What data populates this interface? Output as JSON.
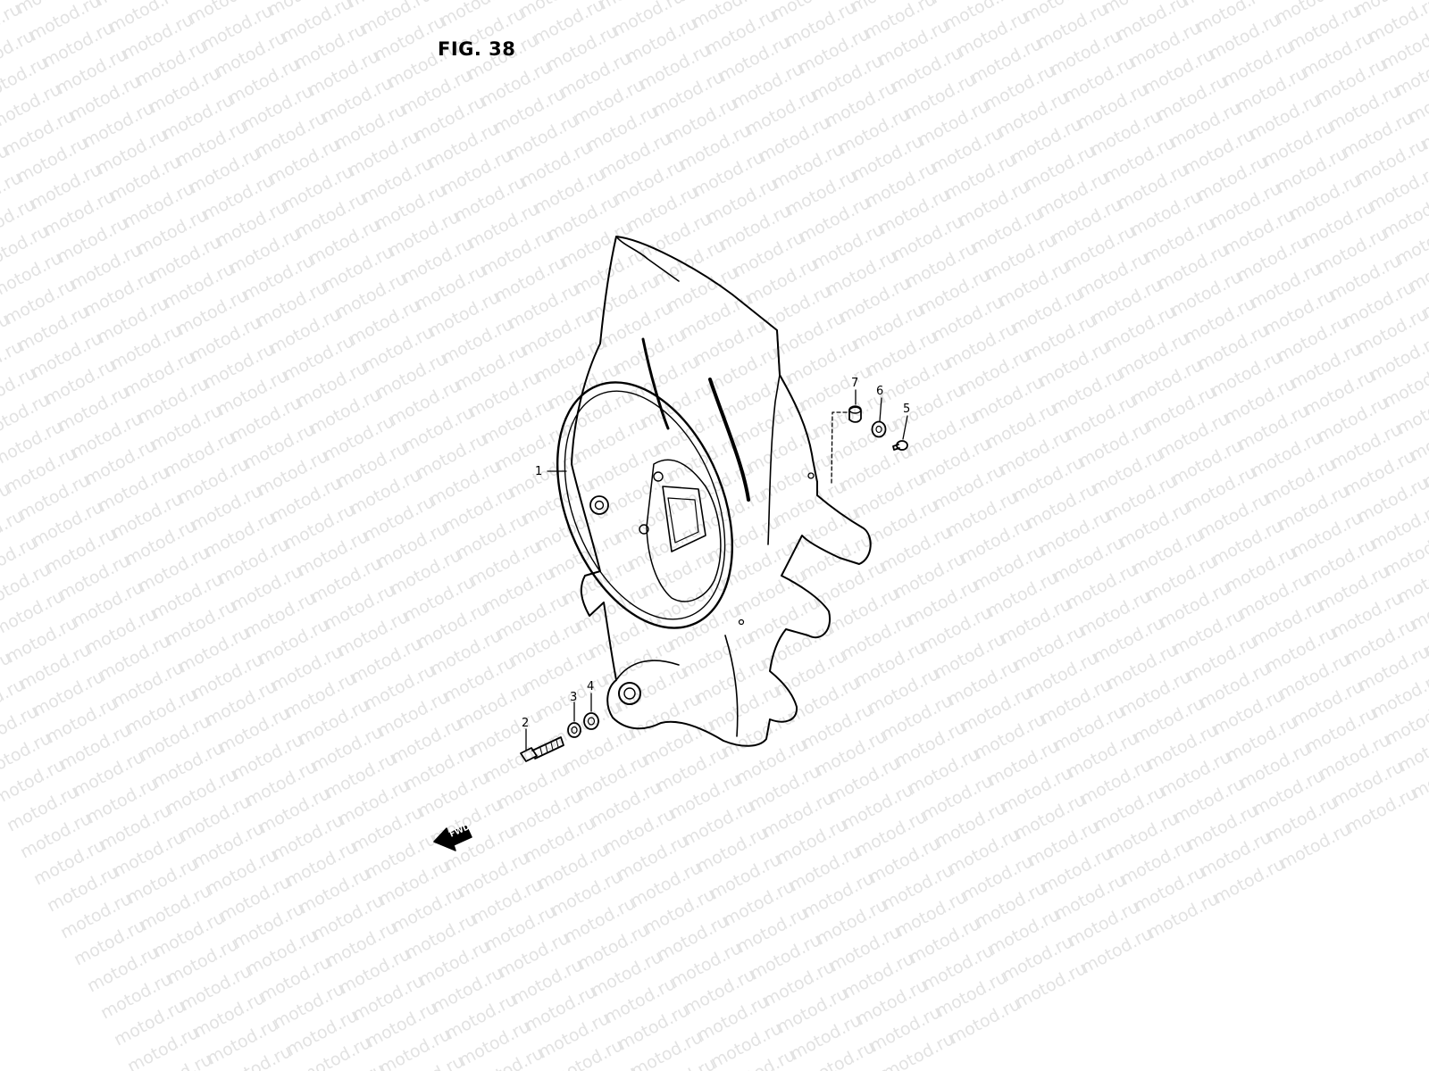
{
  "figure": {
    "title": "FIG. 38"
  },
  "watermark": {
    "text": "motod.ru"
  },
  "direction_arrow": {
    "label": "FWD"
  },
  "callouts": [
    {
      "id": "1",
      "label": "1"
    },
    {
      "id": "2",
      "label": "2"
    },
    {
      "id": "3",
      "label": "3"
    },
    {
      "id": "4",
      "label": "4"
    },
    {
      "id": "5",
      "label": "5"
    },
    {
      "id": "6",
      "label": "6"
    },
    {
      "id": "7",
      "label": "7"
    }
  ]
}
